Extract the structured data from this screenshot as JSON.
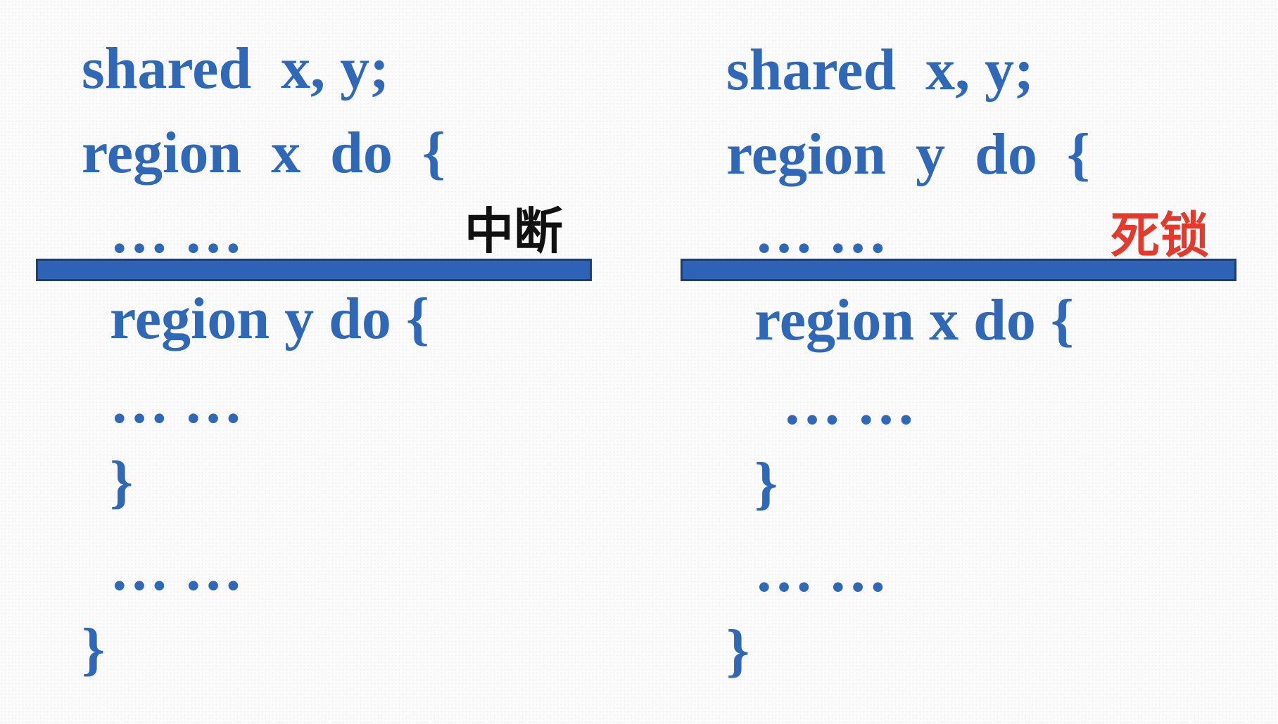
{
  "colors": {
    "code": "#2f68b6",
    "bar": "#2e62b5",
    "interrupt_label": "#111111",
    "deadlock_label": "#e23a2c"
  },
  "left": {
    "lines": [
      "shared  x, y;",
      "region  x  do  {",
      "… …",
      "region y do {",
      "… …",
      "}",
      "… …",
      "}"
    ],
    "annotation": "中断"
  },
  "right": {
    "lines": [
      "shared  x, y;",
      "region  y  do  {",
      "… …",
      "region x do {",
      "… …",
      "}",
      "… …",
      "}"
    ],
    "annotation": "死锁"
  }
}
